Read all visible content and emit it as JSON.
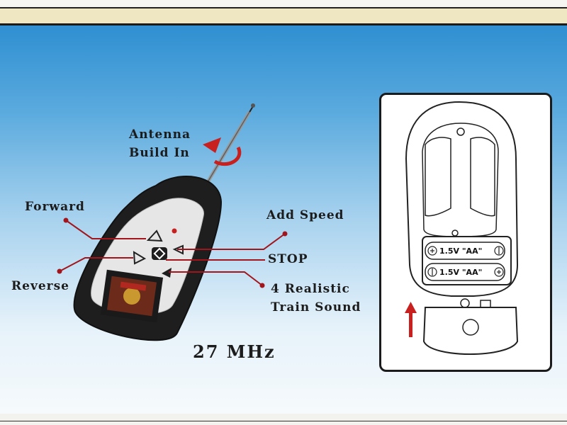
{
  "labels": {
    "antenna": "Antenna",
    "build_in": "Build In",
    "forward": "Forward",
    "reverse": "Reverse",
    "add_speed": "Add Speed",
    "stop": "STOP",
    "train_sound_1": "4 Realistic",
    "train_sound_2": "Train Sound",
    "frequency": "27 MHz"
  },
  "battery": {
    "label_1": "1.5V \"AA\"",
    "label_2": "1.5V \"AA\""
  },
  "colors": {
    "callout_line": "#a3151c",
    "arrow_red": "#c8201f",
    "remote_body": "#1e1e1e",
    "remote_face": "#e6e6e6",
    "sky_top": "#2f8fd1"
  },
  "icons": {
    "rotate": "rotate-arrow-icon",
    "up_arrow": "up-arrow-icon"
  }
}
